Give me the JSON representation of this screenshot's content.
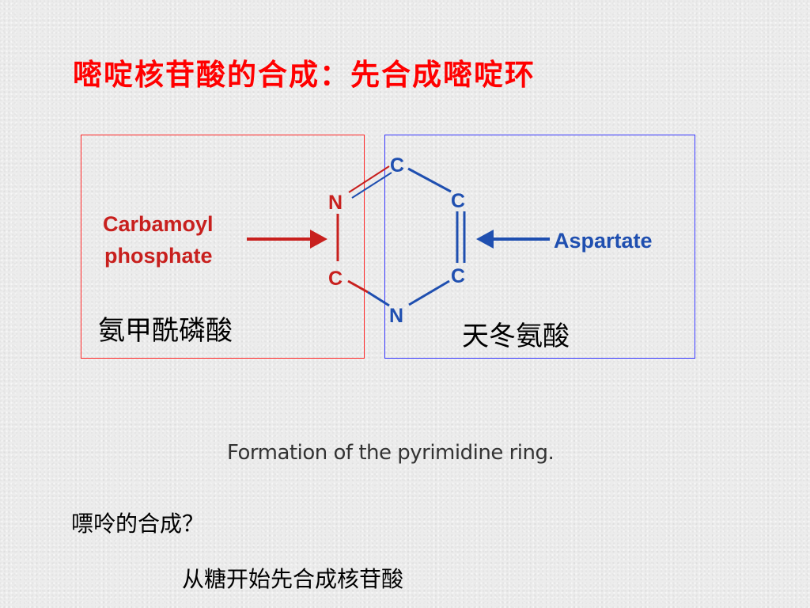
{
  "slide": {
    "title": "嘧啶核苷酸的合成：先合成嘧啶环",
    "caption": "Formation of the pyrimidine ring.",
    "question": "嘌呤的合成？",
    "answer": "从糖开始先合成核苷酸"
  },
  "diagram": {
    "left_source": {
      "label_en_line1": "Carbamoyl",
      "label_en_line2": "phosphate",
      "label_cn": "氨甲酰磷酸"
    },
    "right_source": {
      "label_en": "Aspartate",
      "label_cn": "天冬氨酸"
    },
    "ring_atoms": {
      "n_top": "N",
      "c_left_bottom": "C",
      "n_bottom": "N",
      "c_top": "C",
      "c_right_top": "C",
      "c_right_bottom": "C"
    },
    "colors": {
      "title": "#ff0000",
      "carbamoyl": "#c8201e",
      "aspartate": "#1f4fb0",
      "red_box": "#ff2a2a",
      "blue_box": "#3a3aff"
    },
    "arrows": [
      "red-arrow-right",
      "blue-arrow-left"
    ]
  }
}
